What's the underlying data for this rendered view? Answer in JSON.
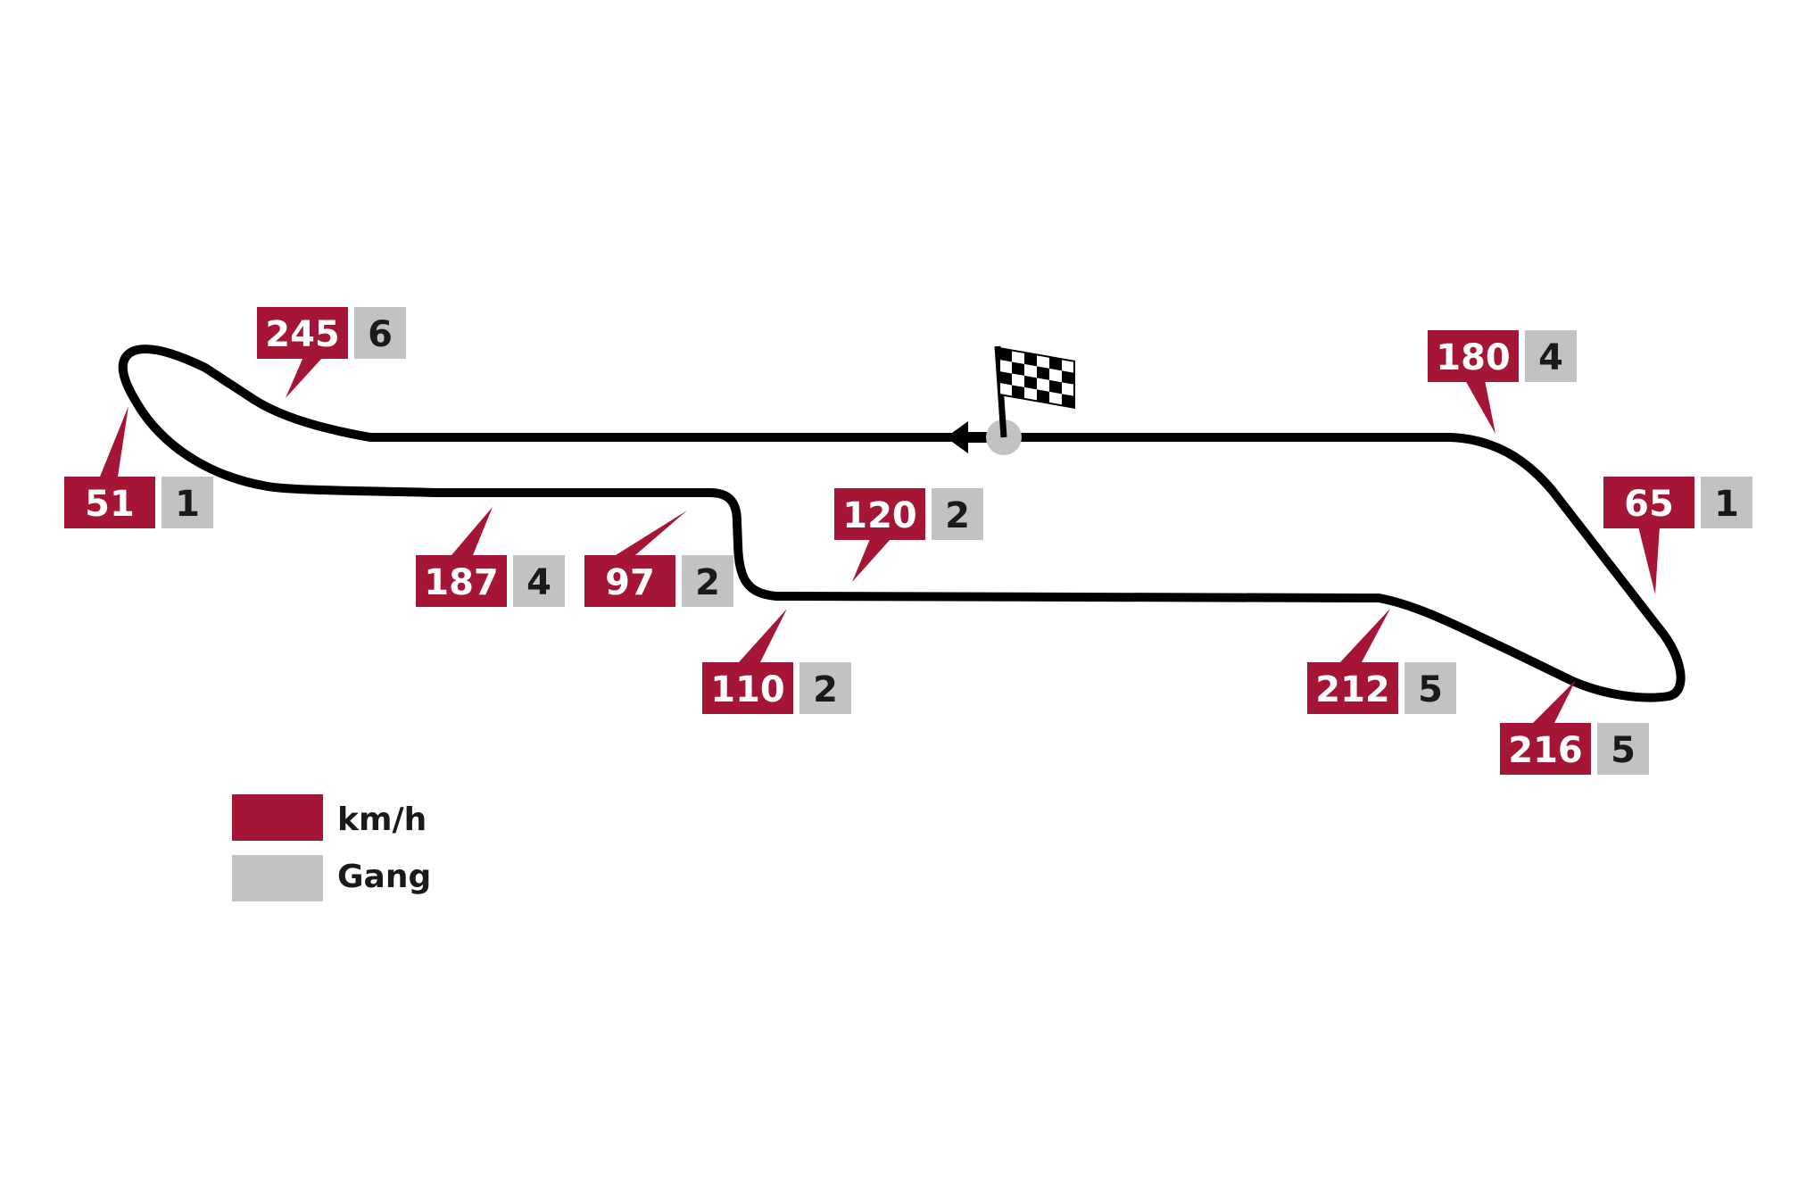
{
  "colors": {
    "speed": "#a51535",
    "gear": "#c0c2c4",
    "track": "#000000",
    "start": "#c0c2c4"
  },
  "start_finish": {
    "flag_icon": "checkered-flag-icon",
    "direction_icon": "arrow-left-icon"
  },
  "corners": [
    {
      "id": "c1",
      "speed": "51",
      "gear": "1"
    },
    {
      "id": "c2",
      "speed": "245",
      "gear": "6"
    },
    {
      "id": "c3",
      "speed": "187",
      "gear": "4"
    },
    {
      "id": "c4",
      "speed": "97",
      "gear": "2"
    },
    {
      "id": "c5",
      "speed": "110",
      "gear": "2"
    },
    {
      "id": "c6",
      "speed": "120",
      "gear": "2"
    },
    {
      "id": "c7",
      "speed": "212",
      "gear": "5"
    },
    {
      "id": "c8",
      "speed": "216",
      "gear": "5"
    },
    {
      "id": "c9",
      "speed": "65",
      "gear": "1"
    },
    {
      "id": "c10",
      "speed": "180",
      "gear": "4"
    }
  ],
  "legend": {
    "speed_label": "km/h",
    "gear_label": "Gang"
  }
}
